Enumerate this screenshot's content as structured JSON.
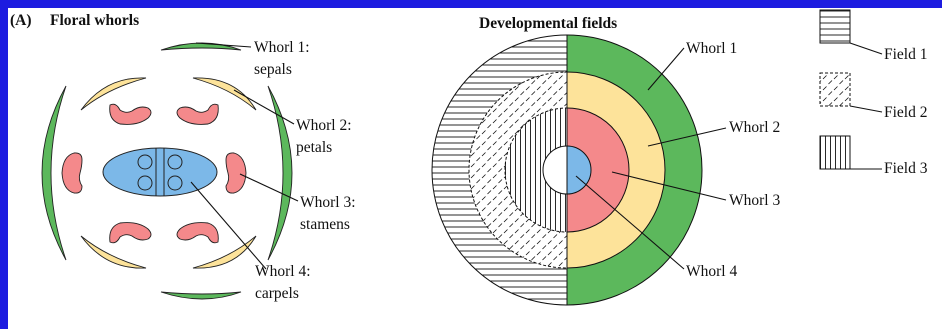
{
  "panel_label": "(A)",
  "left_title": "Floral whorls",
  "right_title": "Developmental fields",
  "left_labels": {
    "whorl1": [
      "Whorl 1:",
      "sepals"
    ],
    "whorl2": [
      "Whorl 2:",
      "petals"
    ],
    "whorl3": [
      "Whorl 3:",
      "stamens"
    ],
    "whorl4": [
      "Whorl 4:",
      "carpels"
    ]
  },
  "right_labels": {
    "whorl1": "Whorl 1",
    "whorl2": "Whorl 2",
    "whorl3": "Whorl 3",
    "whorl4": "Whorl 4"
  },
  "legend": [
    "Field 1",
    "Field 2",
    "Field 3"
  ],
  "colors": {
    "background": "#1d1ce0",
    "sepal": "#5cb85c",
    "petal": "#fde39a",
    "stamen": "#f4898b",
    "carpel": "#7cb8e8"
  }
}
